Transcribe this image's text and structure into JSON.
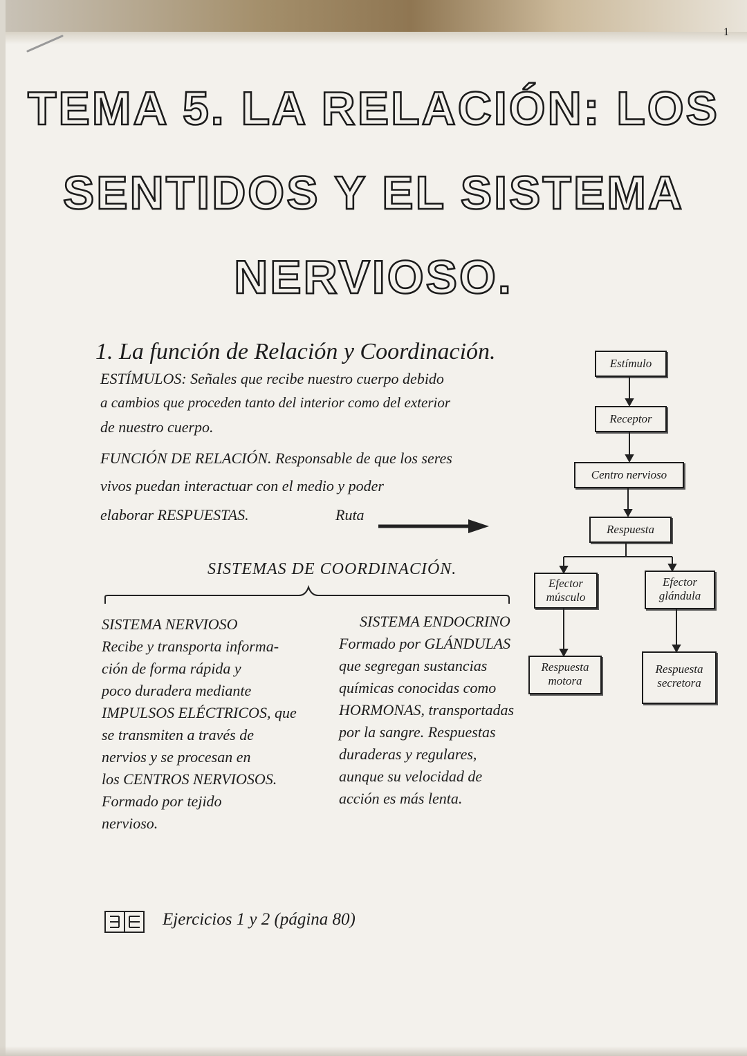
{
  "page_number": "1",
  "title": {
    "line1": "TEMA 5. LA RELACIÓN: LOS",
    "line2": "SENTIDOS Y EL SISTEMA",
    "line3": "NERVIOSO."
  },
  "section1": {
    "heading": "1. La función de Relación y Coordinación.",
    "lines": [
      "ESTÍMULOS: Señales que recibe nuestro cuerpo debido",
      "a cambios que proceden tanto del interior como del exterior",
      "de nuestro cuerpo.",
      "FUNCIÓN DE RELACIÓN. Responsable de que los seres",
      "vivos puedan interactuar con el medio y poder",
      "elaborar RESPUESTAS."
    ],
    "route_label": "Ruta"
  },
  "flow": {
    "estimulo": "Estímulo",
    "receptor": "Receptor",
    "centro": "Centro nervioso",
    "respuesta": "Respuesta",
    "efector_musculo": [
      "Efector",
      "músculo"
    ],
    "efector_glandula": [
      "Efector",
      "glándula"
    ],
    "respuesta_motora": [
      "Respuesta",
      "motora"
    ],
    "respuesta_secretora": [
      "Respuesta",
      "secretora"
    ]
  },
  "coordination": {
    "heading": "SISTEMAS DE COORDINACIÓN.",
    "nervous": {
      "title": "SISTEMA NERVIOSO",
      "lines": [
        "Recibe y transporta informa-",
        "ción de forma rápida y",
        "poco duradera mediante",
        "IMPULSOS ELÉCTRICOS, que",
        "se transmiten a través de",
        "nervios y se procesan en",
        "los CENTROS NERVIOSOS.",
        "Formado por tejido",
        "nervioso."
      ]
    },
    "endocrine": {
      "title": "SISTEMA ENDOCRINO",
      "lines": [
        "Formado por GLÁNDULAS",
        "que segregan sustancias",
        "químicas conocidas como",
        "HORMONAS, transportadas",
        "por la sangre. Respuestas",
        "duraderas y regulares,",
        "aunque su velocidad de",
        "acción es más lenta."
      ]
    }
  },
  "exercises": {
    "text": "Ejercicios 1 y 2 (página 80)",
    "icon": "exercise-icon"
  }
}
